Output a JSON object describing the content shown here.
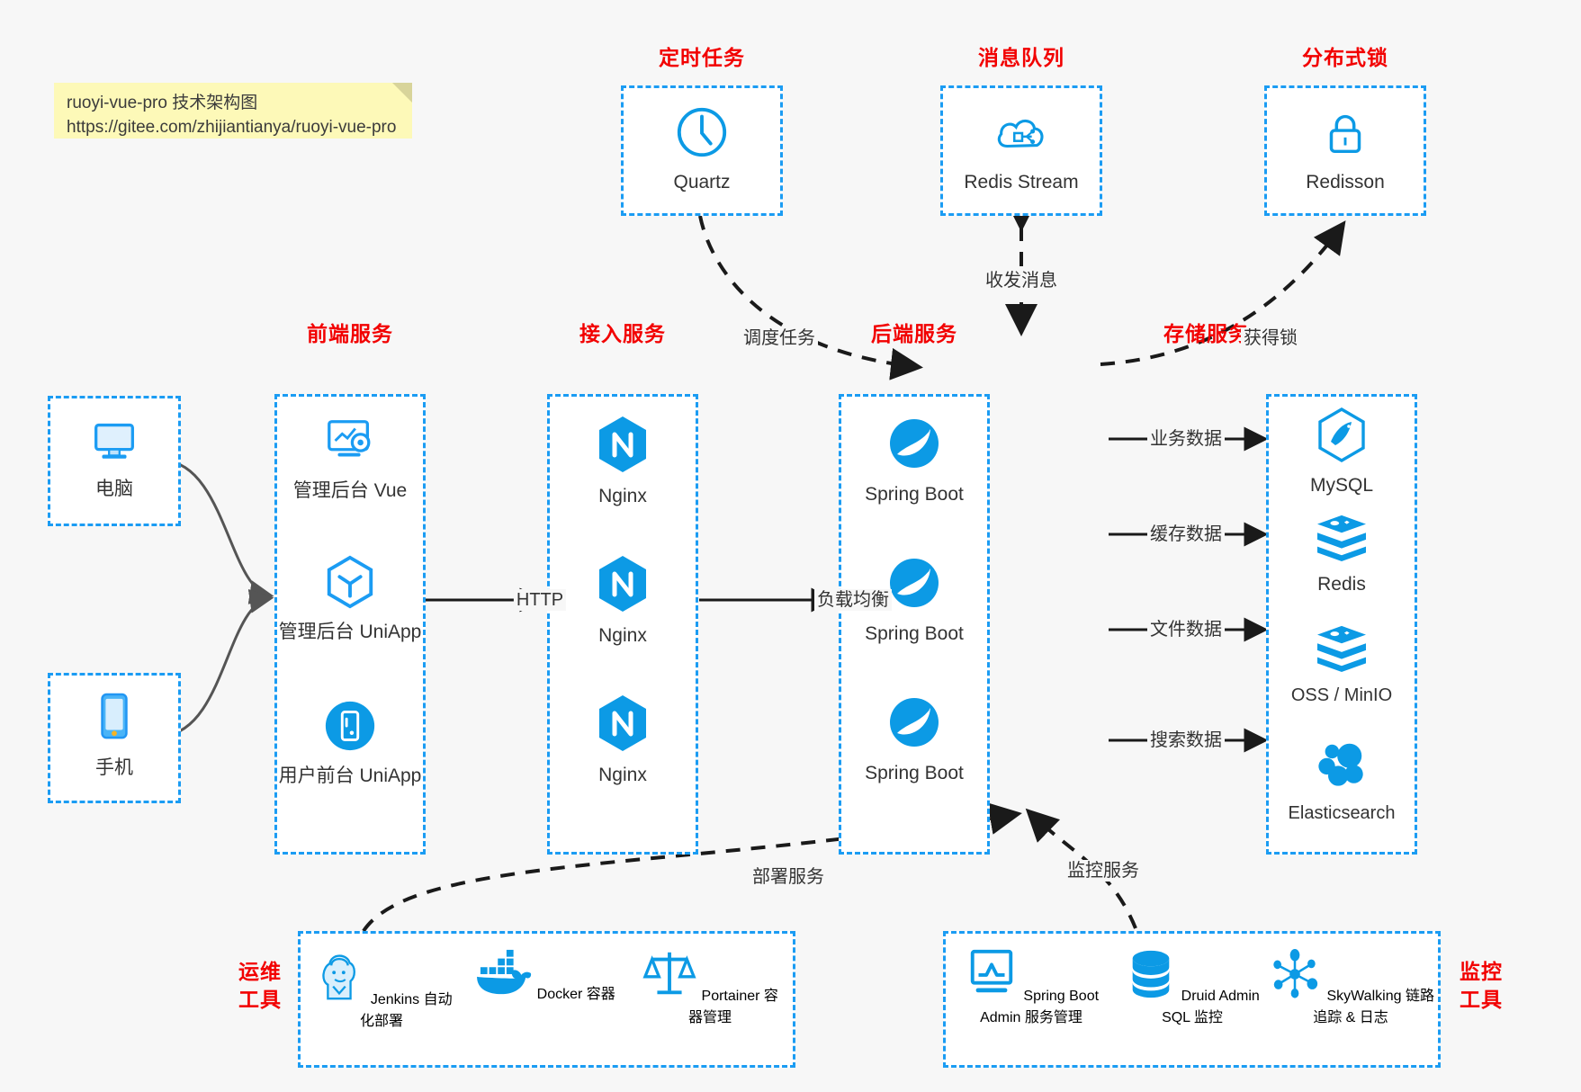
{
  "note": {
    "line1": "ruoyi-vue-pro 技术架构图",
    "line2": "https://gitee.com/zhijiantianya/ruoyi-vue-pro"
  },
  "colors": {
    "accent_blue": "#1b9cf3",
    "icon_blue": "#0c9ae5",
    "title_red": "#f20000",
    "background": "#f7f7f7",
    "note_yellow": "#fdf9b8",
    "text": "#333333",
    "edge": "#1a1a1a"
  },
  "groups": {
    "scheduler": {
      "title": "定时任务",
      "nodes": [
        {
          "label": "Quartz",
          "icon": "clock-icon"
        }
      ]
    },
    "mq": {
      "title": "消息队列",
      "nodes": [
        {
          "label": "Redis Stream",
          "icon": "cloud-stream-icon"
        }
      ]
    },
    "lock": {
      "title": "分布式锁",
      "nodes": [
        {
          "label": "Redisson",
          "icon": "lock-icon"
        }
      ]
    },
    "clients": {
      "nodes": [
        {
          "label": "电脑",
          "icon": "desktop-icon"
        },
        {
          "label": "手机",
          "icon": "mobile-icon"
        }
      ]
    },
    "frontend": {
      "title": "前端服务",
      "nodes": [
        {
          "label": "管理后台 Vue",
          "icon": "admin-dashboard-icon"
        },
        {
          "label": "管理后台 UniApp",
          "icon": "uniapp-cube-icon"
        },
        {
          "label": "用户前台 UniApp",
          "icon": "mobile-app-icon"
        }
      ]
    },
    "gateway": {
      "title": "接入服务",
      "nodes": [
        {
          "label": "Nginx",
          "icon": "nginx-icon"
        },
        {
          "label": "Nginx",
          "icon": "nginx-icon"
        },
        {
          "label": "Nginx",
          "icon": "nginx-icon"
        }
      ]
    },
    "backend": {
      "title": "后端服务",
      "nodes": [
        {
          "label": "Spring Boot",
          "icon": "spring-boot-icon"
        },
        {
          "label": "Spring Boot",
          "icon": "spring-boot-icon"
        },
        {
          "label": "Spring Boot",
          "icon": "spring-boot-icon"
        }
      ]
    },
    "storage": {
      "title": "存储服务",
      "nodes": [
        {
          "label": "MySQL",
          "icon": "mysql-icon"
        },
        {
          "label": "Redis",
          "icon": "redis-icon"
        },
        {
          "label": "OSS / MinIO",
          "icon": "oss-minio-icon"
        },
        {
          "label": "Elasticsearch",
          "icon": "elasticsearch-icon"
        }
      ]
    },
    "devops": {
      "title": "运维\n工具",
      "title_lines": [
        "运维",
        "工具"
      ],
      "nodes": [
        {
          "label": "Jenkins",
          "sub": "自动化部署",
          "icon": "jenkins-icon"
        },
        {
          "label": "Docker",
          "sub": "容器",
          "icon": "docker-icon"
        },
        {
          "label": "Portainer",
          "sub": "容器管理",
          "icon": "portainer-scale-icon"
        }
      ]
    },
    "monitor": {
      "title_lines": [
        "监控",
        "工具"
      ],
      "nodes": [
        {
          "label": "Spring Boot Admin",
          "sub": "服务管理",
          "icon": "monitor-screen-icon"
        },
        {
          "label": "Druid Admin",
          "sub": "SQL 监控",
          "icon": "database-icon"
        },
        {
          "label": "SkyWalking",
          "sub": "链路追踪 & 日志",
          "icon": "skywalking-icon"
        }
      ]
    }
  },
  "edges": [
    {
      "id": "http",
      "label": "HTTP",
      "from": "frontend",
      "to": "gateway"
    },
    {
      "id": "lb",
      "label": "负载均衡",
      "from": "gateway",
      "to": "backend"
    },
    {
      "id": "schedule",
      "label": "调度任务",
      "from": "scheduler",
      "to": "backend"
    },
    {
      "id": "message",
      "label": "收发消息",
      "from": "mq",
      "to": "backend"
    },
    {
      "id": "getlock",
      "label": "获得锁",
      "from": "backend",
      "to": "lock"
    },
    {
      "id": "biz-data",
      "label": "业务数据",
      "from": "backend",
      "to": "storage"
    },
    {
      "id": "cache-data",
      "label": "缓存数据",
      "from": "backend",
      "to": "storage"
    },
    {
      "id": "file-data",
      "label": "文件数据",
      "from": "backend",
      "to": "storage"
    },
    {
      "id": "search-data",
      "label": "搜索数据",
      "from": "backend",
      "to": "storage"
    },
    {
      "id": "deploy",
      "label": "部署服务",
      "from": "devops",
      "to": "backend"
    },
    {
      "id": "monitoring",
      "label": "监控服务",
      "from": "monitor",
      "to": "backend"
    }
  ]
}
